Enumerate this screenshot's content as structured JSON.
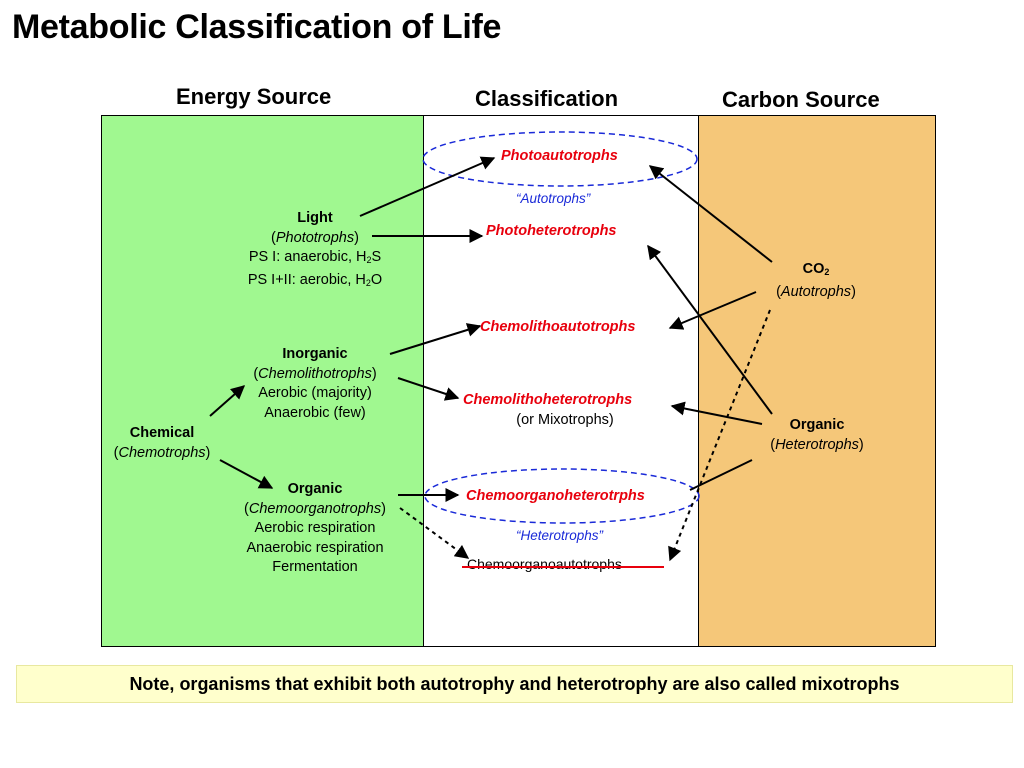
{
  "title": "Metabolic Classification of Life",
  "headers": {
    "energy": "Energy Source",
    "classification": "Classification",
    "carbon": "Carbon Source"
  },
  "energy": {
    "light": {
      "name": "Light",
      "paren_open": "(",
      "italic": "Phototrophs",
      "paren_close": ")",
      "line1_prefix": "PS I: anaerobic, H",
      "line1_sub": "2",
      "line1_suffix": "S",
      "line2_prefix": "PS I+II: aerobic, H",
      "line2_sub": "2",
      "line2_suffix": "O"
    },
    "chemical": {
      "name": "Chemical",
      "paren_open": "(",
      "italic": "Chemotrophs",
      "paren_close": ")"
    },
    "inorganic": {
      "name": "Inorganic",
      "paren_open": "(",
      "italic": "Chemolithotrophs",
      "paren_close": ")",
      "line1": "Aerobic (majority)",
      "line2": "Anaerobic (few)"
    },
    "organic": {
      "name": "Organic",
      "paren_open": "(",
      "italic": "Chemoorganotrophs",
      "paren_close": ")",
      "line1": "Aerobic respiration",
      "line2": "Anaerobic respiration",
      "line3": "Fermentation"
    }
  },
  "classes": {
    "photoautotrophs": "Photoautotrophs",
    "autotrophs_group": "“Autotrophs”",
    "photoheterotrophs": "Photoheterotrophs",
    "chemolithoautotrophs": "Chemolithoautotrophs",
    "chemolithoheterotrophs": "Chemolithoheterotrophs",
    "mixotrophs_note": "(or Mixotrophs)",
    "chemoorganoheterotrophs": "Chemoorganoheterotrphs",
    "heterotrophs_group": "“Heterotrophs”",
    "chemoorganoautotrophs": "Chemoorganoautotrophs"
  },
  "carbon": {
    "co2": {
      "name_prefix": "CO",
      "name_sub": "2",
      "paren_open": "(",
      "italic": "Autotrophs",
      "paren_close": ")"
    },
    "organic": {
      "name": "Organic",
      "paren_open": "(",
      "italic": "Heterotrophs",
      "paren_close": ")"
    }
  },
  "note": "Note, organisms that exhibit both autotrophy and heterotrophy are also called mixotrophs",
  "colors": {
    "energy_panel": "#a0f890",
    "carbon_panel": "#f5c779",
    "class_label": "#e8000d",
    "group_label": "#1a2ad8",
    "note_bg": "#ffffcc"
  }
}
